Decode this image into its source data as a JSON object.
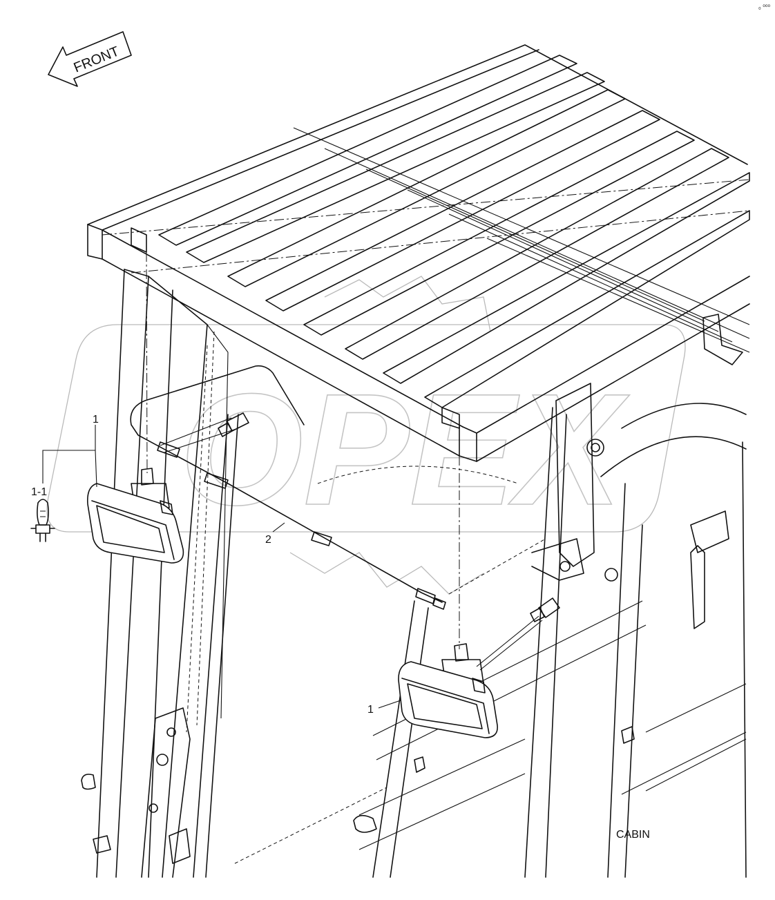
{
  "diagram": {
    "front_label": "FRONT",
    "watermark_text": "OPEX",
    "section_label": "CABIN",
    "corner_mark": "₀ ⁰⁰⁰",
    "callouts": {
      "work_light_left": "1",
      "bulb": "1-1",
      "harness": "2",
      "work_light_right": "1"
    }
  }
}
